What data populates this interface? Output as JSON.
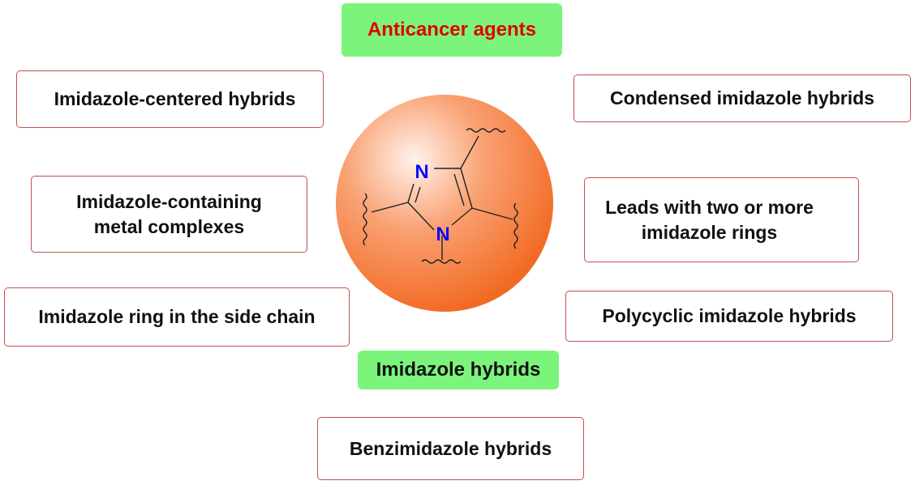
{
  "title": "Anticancer agents",
  "center_label": "Imidazole hybrids",
  "categories": [
    "Imidazole-centered hybrids",
    "Condensed imidazole hybrids",
    "Imidazole-containing\nmetal complexes",
    "Leads with two or more\nimidazole rings",
    "Imidazole ring in the side chain",
    "Polycyclic imidazole hybrids",
    "Benzimidazole hybrids"
  ],
  "molecule": {
    "atom_n1": "N",
    "atom_n2": "N"
  },
  "colors": {
    "title_text": "#e00000",
    "label_fill": "#7cf47c",
    "box_border": "#c0504d",
    "sphere_highlight": "#fff3ec",
    "sphere_mid": "#f9a173",
    "sphere_edge": "#f26a22",
    "nitrogen": "#0a0aff"
  }
}
